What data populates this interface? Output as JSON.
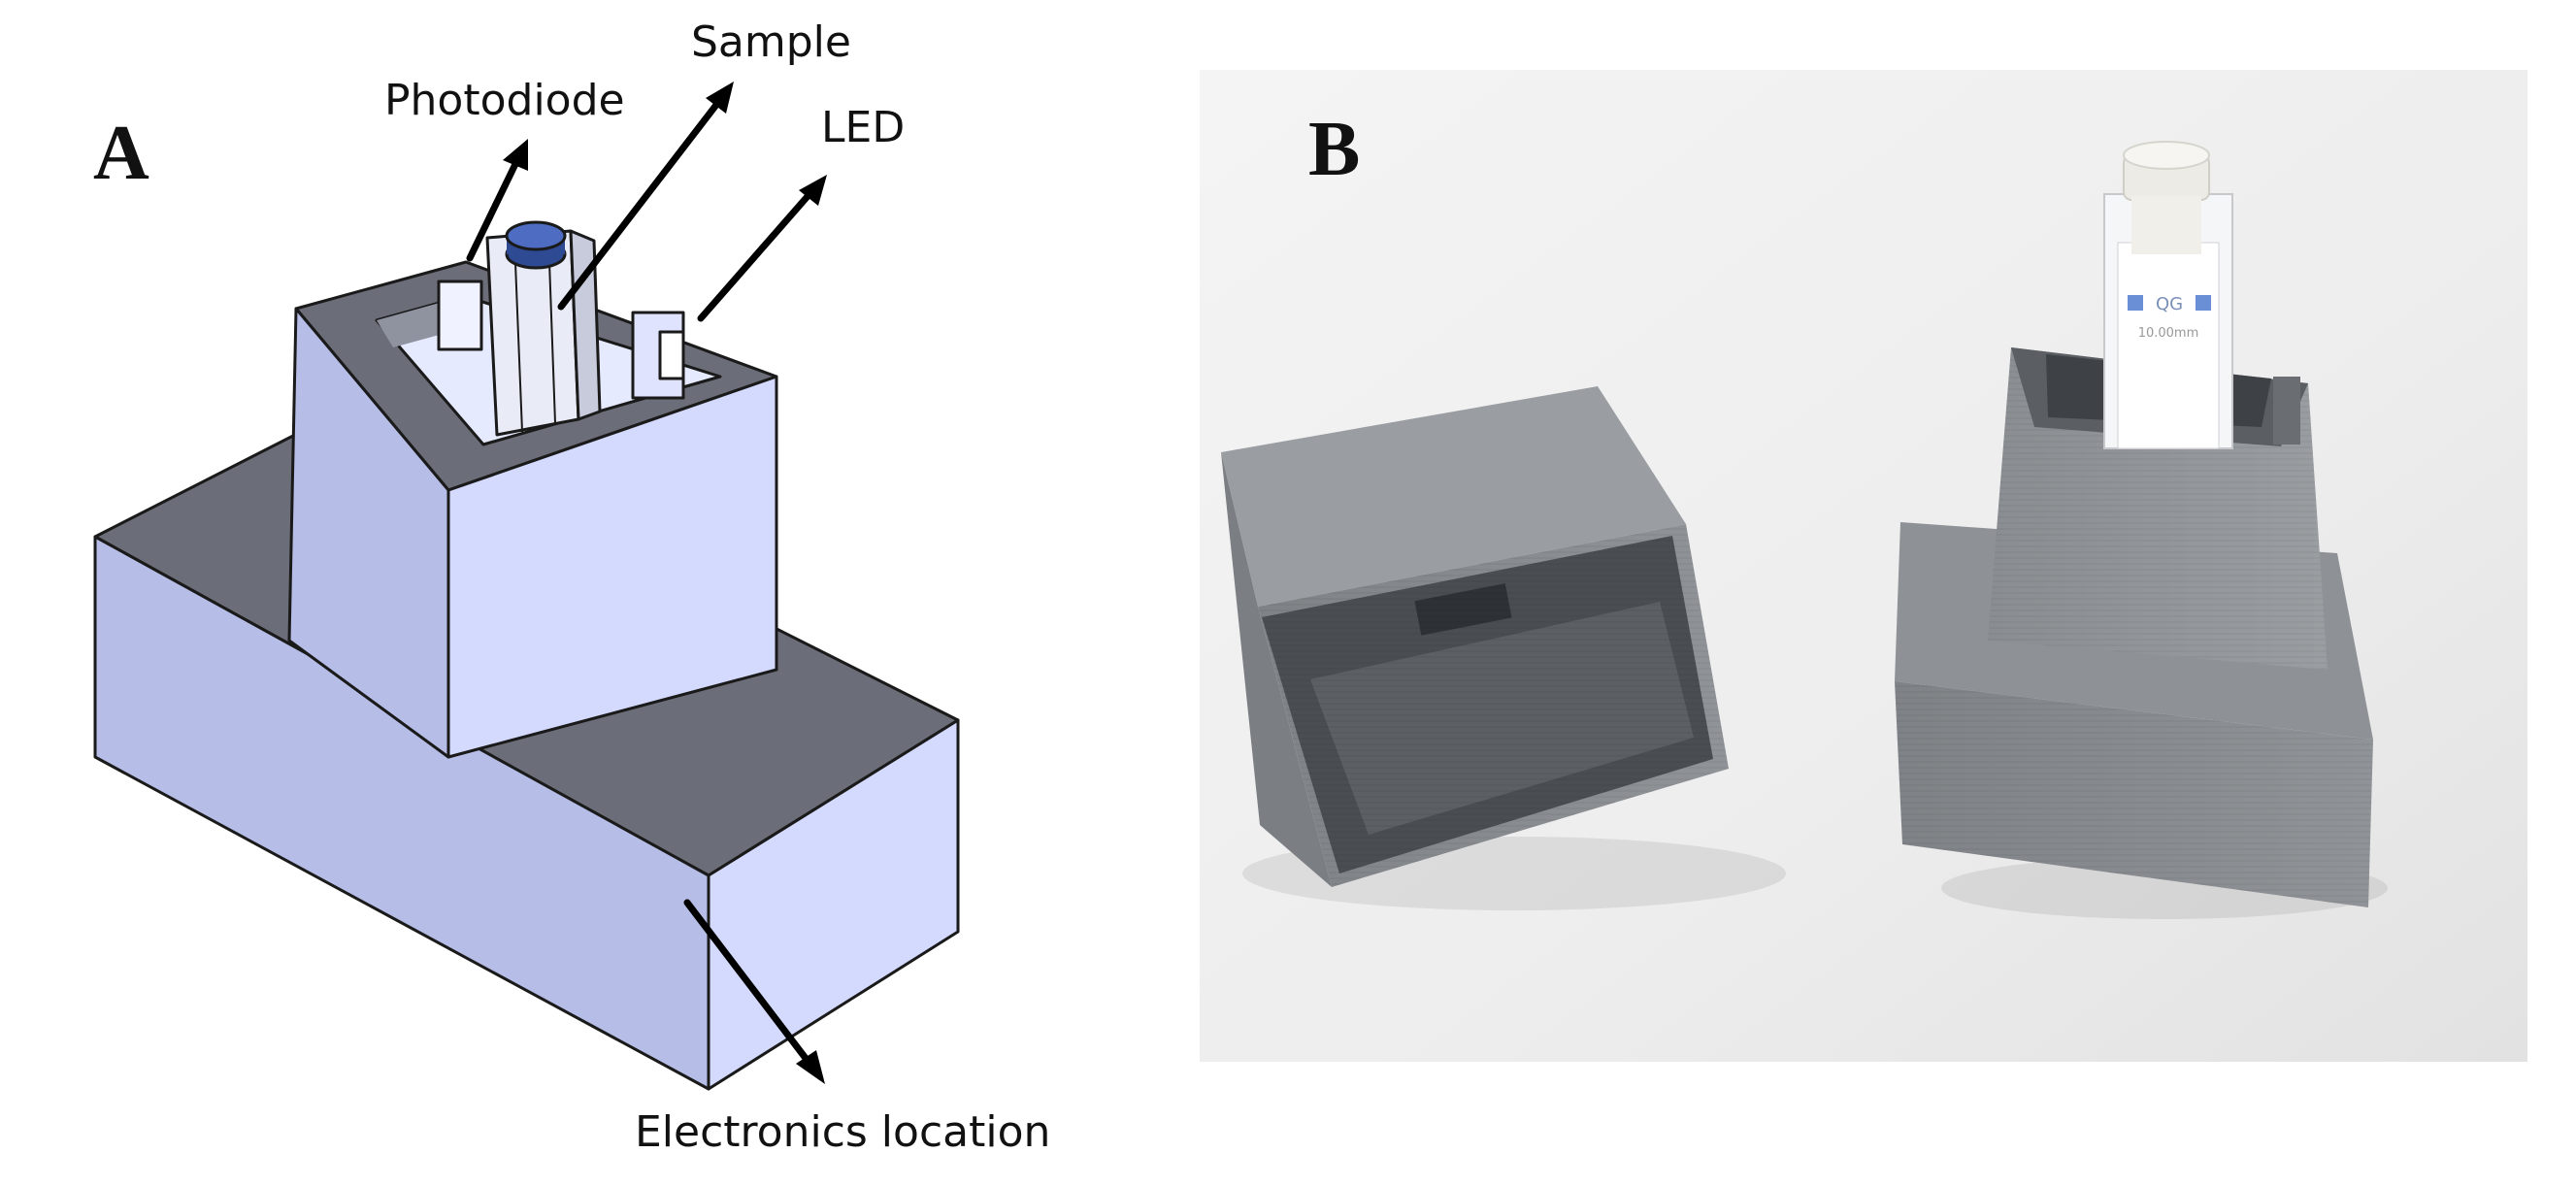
{
  "panel_a": {
    "letter": "A",
    "labels": {
      "photodiode": "Photodiode",
      "sample": "Sample",
      "led": "LED",
      "electronics": "Electronics location"
    }
  },
  "panel_b": {
    "letter": "B",
    "cuvette_text": {
      "brand": "QG",
      "path_length": "10.00mm"
    }
  },
  "colors": {
    "face_light": "#d4dafd",
    "face_side": "#b6bde6",
    "top_dark": "#6b6e78",
    "outline": "#1a1a1a",
    "print_gray": "#8a8e92",
    "print_dark": "#4a4e52"
  }
}
